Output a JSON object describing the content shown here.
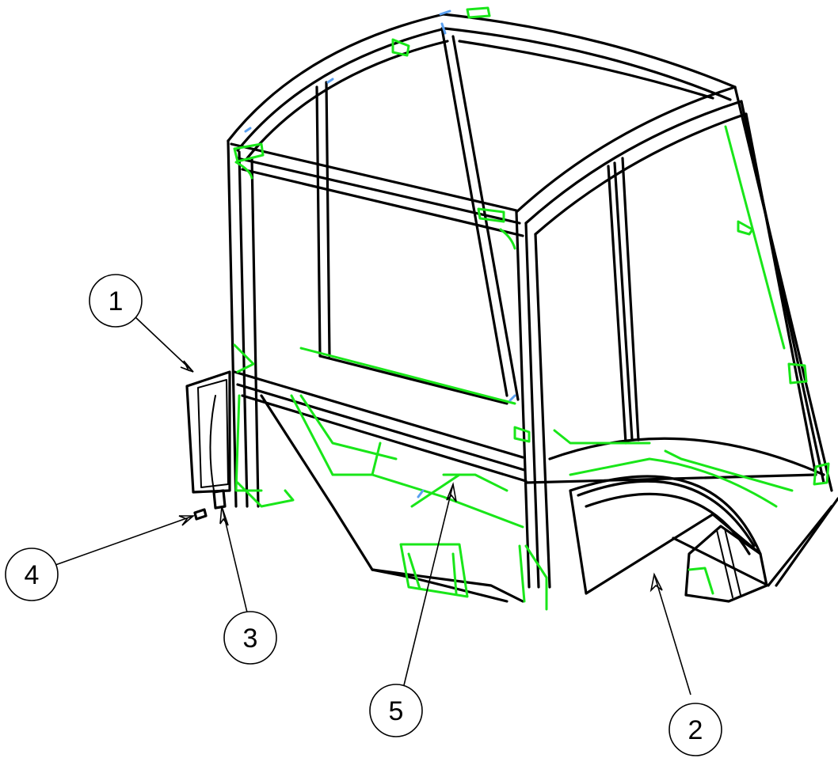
{
  "colors": {
    "frame_line": "#000000",
    "detail_line": "#19e619",
    "weld_mark": "#5aa0f0",
    "background": "#ffffff"
  },
  "balloons": [
    {
      "id": "1",
      "label": "1"
    },
    {
      "id": "2",
      "label": "2"
    },
    {
      "id": "3",
      "label": "3"
    },
    {
      "id": "4",
      "label": "4"
    },
    {
      "id": "5",
      "label": "5"
    }
  ]
}
